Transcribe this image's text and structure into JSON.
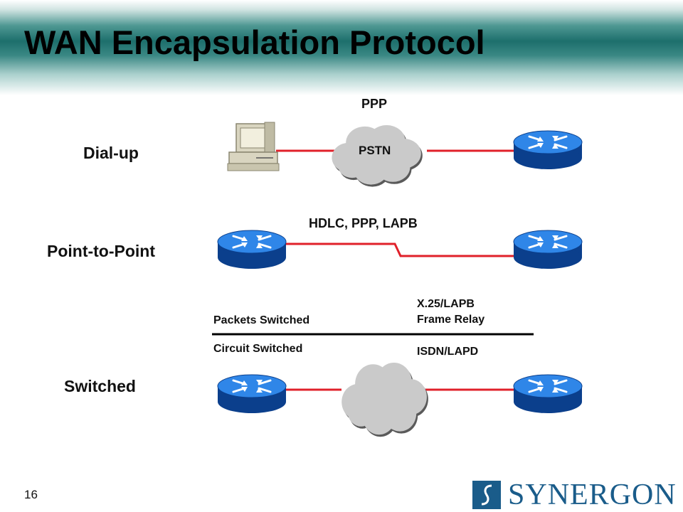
{
  "slide": {
    "title": "WAN Encapsulation Protocol",
    "page_number": "16",
    "logo_text": "SYNERGON"
  },
  "rows": [
    {
      "label": "Dial-up",
      "protocol": "PPP",
      "cloud_label": "PSTN"
    },
    {
      "label": "Point-to-Point",
      "protocol": "HDLC, PPP, LAPB"
    },
    {
      "label": "Switched",
      "packets_label": "Packets Switched",
      "circuit_label": "Circuit Switched",
      "packets_protocols": [
        "X.25/LAPB",
        "Frame Relay"
      ],
      "circuit_protocols": [
        "ISDN/LAPD"
      ]
    }
  ],
  "colors": {
    "header_teal": "#1d6f6c",
    "link_red": "#e0202a",
    "router_blue": "#1e6fd0",
    "cloud_gray": "#c8c8c8",
    "logo_blue": "#1a5c8a"
  }
}
